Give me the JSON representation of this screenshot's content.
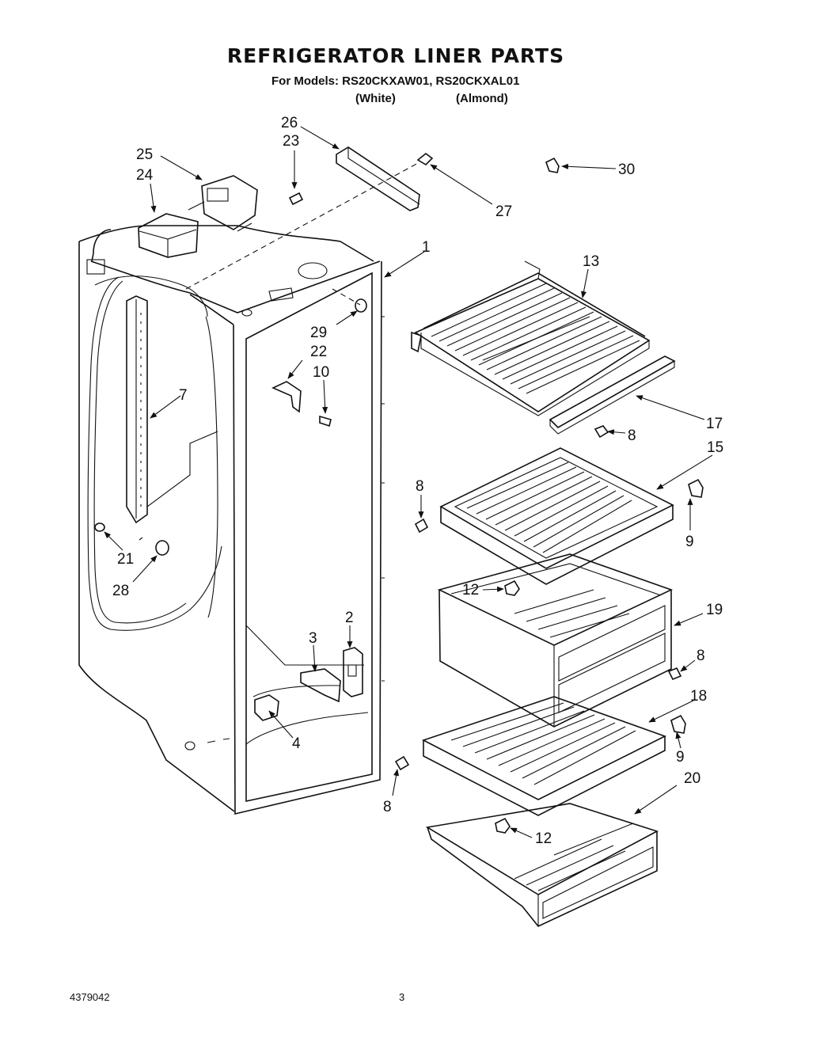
{
  "title": "REFRIGERATOR LINER PARTS",
  "models_line": "For Models: RS20CKXAW01, RS20CKXAL01",
  "color_white": "(White)",
  "color_almond": "(Almond)",
  "doc_number": "4379042",
  "page_number": "3",
  "callouts": {
    "c1": "1",
    "c2": "2",
    "c3": "3",
    "c4": "4",
    "c7": "7",
    "c8a": "8",
    "c8b": "8",
    "c8c": "8",
    "c8d": "8",
    "c9a": "9",
    "c9b": "9",
    "c10": "10",
    "c12a": "12",
    "c12b": "12",
    "c13": "13",
    "c15": "15",
    "c17": "17",
    "c18": "18",
    "c19": "19",
    "c20": "20",
    "c21": "21",
    "c22": "22",
    "c23": "23",
    "c24": "24",
    "c25": "25",
    "c26": "26",
    "c27": "27",
    "c28": "28",
    "c29": "29",
    "c30": "30"
  }
}
